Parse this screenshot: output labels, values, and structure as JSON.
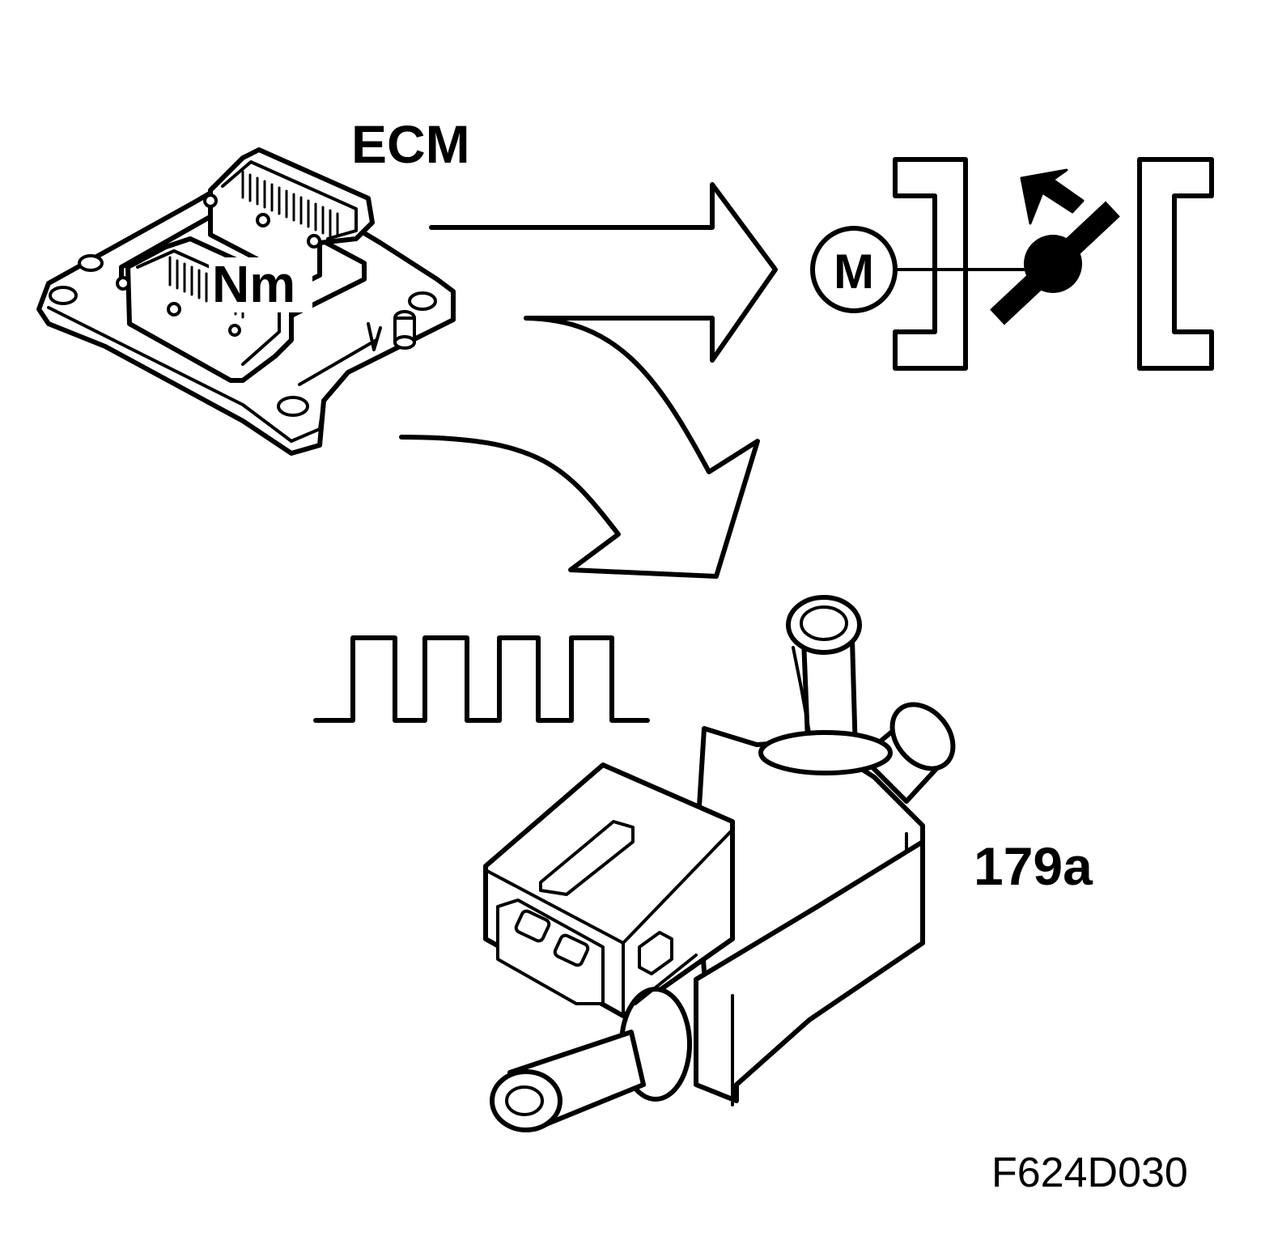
{
  "labels": {
    "ecm": "ECM",
    "torque": "Nm",
    "motor": "M",
    "valve_id": "179a",
    "figure_code": "F624D030"
  }
}
